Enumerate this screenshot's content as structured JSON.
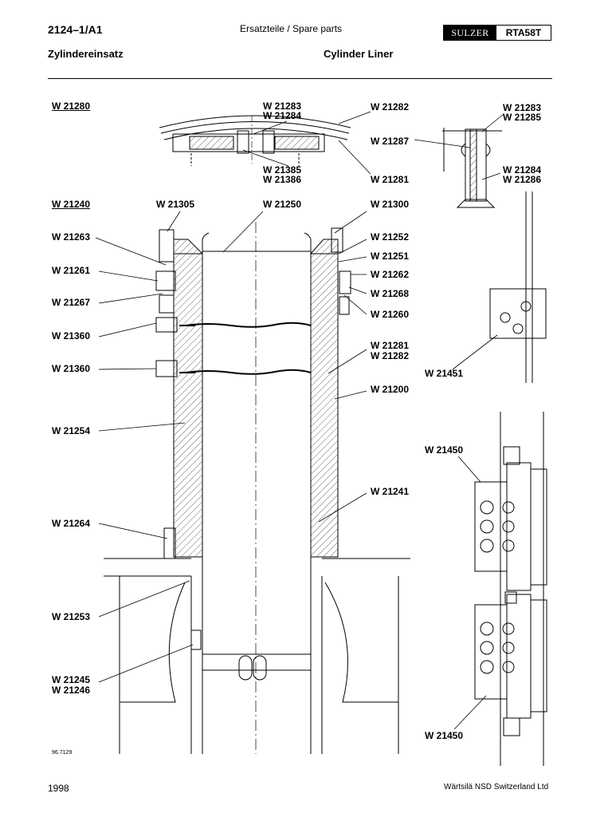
{
  "header": {
    "code": "2124–1/A1",
    "category": "Ersatzteile / Spare parts",
    "brand": "SULZER",
    "model": "RTA58T",
    "title_de": "Zylindereinsatz",
    "title_en": "Cylinder Liner"
  },
  "labels": {
    "w21280": "W 21280",
    "w21283a": "W 21283",
    "w21284a": "W 21284",
    "w21282a": "W 21282",
    "w21283b": "W 21283",
    "w21285": "W 21285",
    "w21287": "W 21287",
    "w21385": "W 21385",
    "w21386": "W 21386",
    "w21281a": "W 21281",
    "w21284b": "W 21284",
    "w21286": "W 21286",
    "w21240": "W 21240",
    "w21305": "W 21305",
    "w21250": "W 21250",
    "w21300": "W 21300",
    "w21263": "W 21263",
    "w21252": "W 21252",
    "w21251": "W 21251",
    "w21261": "W 21261",
    "w21262": "W 21262",
    "w21267": "W 21267",
    "w21268": "W 21268",
    "w21260": "W 21260",
    "w21360a": "W 21360",
    "w21360b": "W 21360",
    "w21281b": "W 21281",
    "w21282b": "W 21282",
    "w21451": "W 21451",
    "w21200": "W 21200",
    "w21254": "W 21254",
    "w21450a": "W 21450",
    "w21241": "W 21241",
    "w21264": "W 21264",
    "w21253": "W 21253",
    "w21245": "W 21245",
    "w21246": "W 21246",
    "w21450b": "W 21450"
  },
  "drawing_number": "96.7129",
  "footer": {
    "year": "1998",
    "company": "Wärtsilä NSD Switzerland Ltd"
  },
  "colors": {
    "ink": "#000000",
    "paper": "#ffffff"
  }
}
